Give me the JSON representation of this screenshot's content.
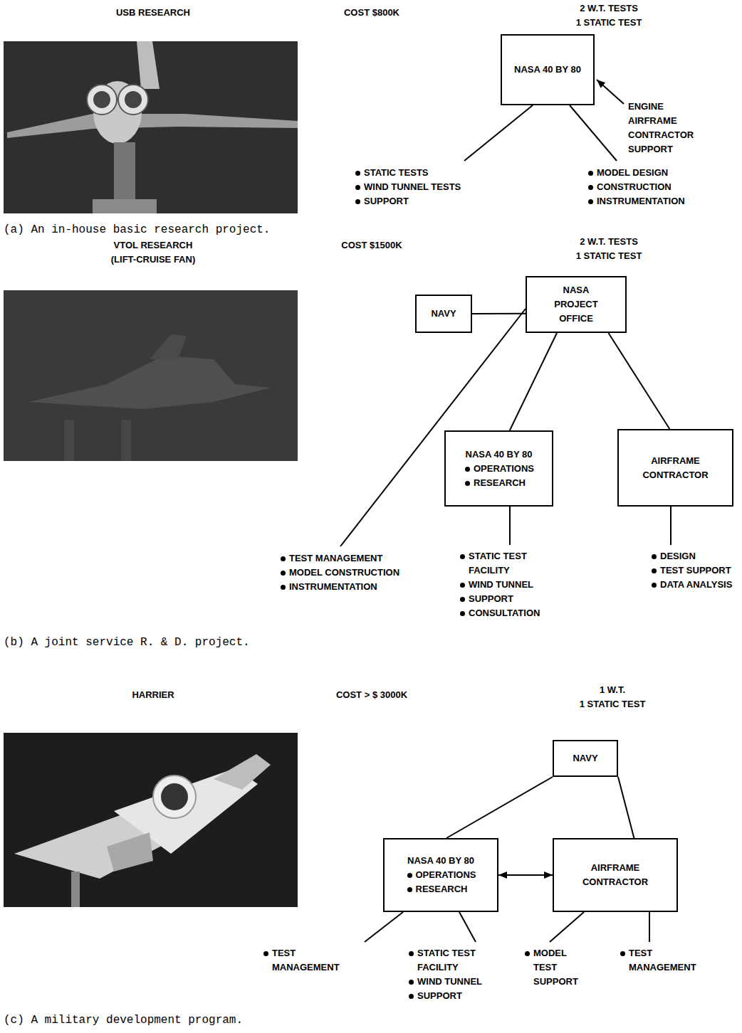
{
  "diagram": {
    "nodes": [
      {
        "text": [
          "NASA 40 BY 80"
        ]
      },
      {
        "text": [
          "NAVY"
        ]
      },
      {
        "text": [
          "NASA PROJECT OFFICE"
        ]
      },
      {
        "text": [
          "NASA 40 BY 80",
          "OPERATIONS",
          "RESEARCH"
        ]
      },
      {
        "text": [
          "AIRFRAME CONTRACTOR"
        ]
      },
      {
        "text": [
          "NAVY"
        ]
      },
      {
        "text": [
          "NASA 40 BY 80",
          "OPERATIONS",
          "RESEARCH"
        ]
      },
      {
        "text": [
          "AIRFRAME CONTRACTOR"
        ]
      }
    ],
    "edges": [
      {
        "from": 1,
        "to": 2,
        "arrow": "none"
      },
      {
        "from": 2,
        "to": 3,
        "arrow": "none"
      },
      {
        "from": 2,
        "to": 4,
        "arrow": "none"
      },
      {
        "from": 5,
        "to": 6,
        "arrow": "none"
      },
      {
        "from": 5,
        "to": 7,
        "arrow": "none"
      },
      {
        "from": 6,
        "to": 7,
        "arrow": "both"
      }
    ],
    "labels": [
      "USB RESEARCH",
      "COST $800K",
      "2 W.T. TESTS",
      "1 STATIC TEST",
      "ENGINE AIRFRAME CONTRACTOR SUPPORT",
      "STATIC TESTS",
      "WIND TUNNEL TESTS",
      "SUPPORT",
      "MODEL DESIGN",
      "CONSTRUCTION",
      "INSTRUMENTATION",
      "(a) An in-house basic research project.",
      "VTOL RESEARCH",
      "(LIFT-CRUISE FAN)",
      "COST $1500K",
      "2 W.T. TESTS",
      "1 STATIC TEST",
      "TEST MANAGEMENT",
      "MODEL CONSTRUCTION",
      "INSTRUMENTATION",
      "STATIC TEST FACILITY",
      "WIND TUNNEL",
      "SUPPORT",
      "CONSULTATION",
      "DESIGN",
      "TEST SUPPORT",
      "DATA ANALYSIS",
      "(b) A joint service R. & D. project.",
      "HARRIER",
      "COST > $ 3000K",
      "1 W.T.",
      "1 STATIC TEST",
      "TEST MANAGEMENT",
      "STATIC TEST FACILITY",
      "WIND TUNNEL",
      "SUPPORT",
      "MODEL TEST SUPPORT",
      "TEST MANAGEMENT",
      "(c) A military development program."
    ]
  }
}
